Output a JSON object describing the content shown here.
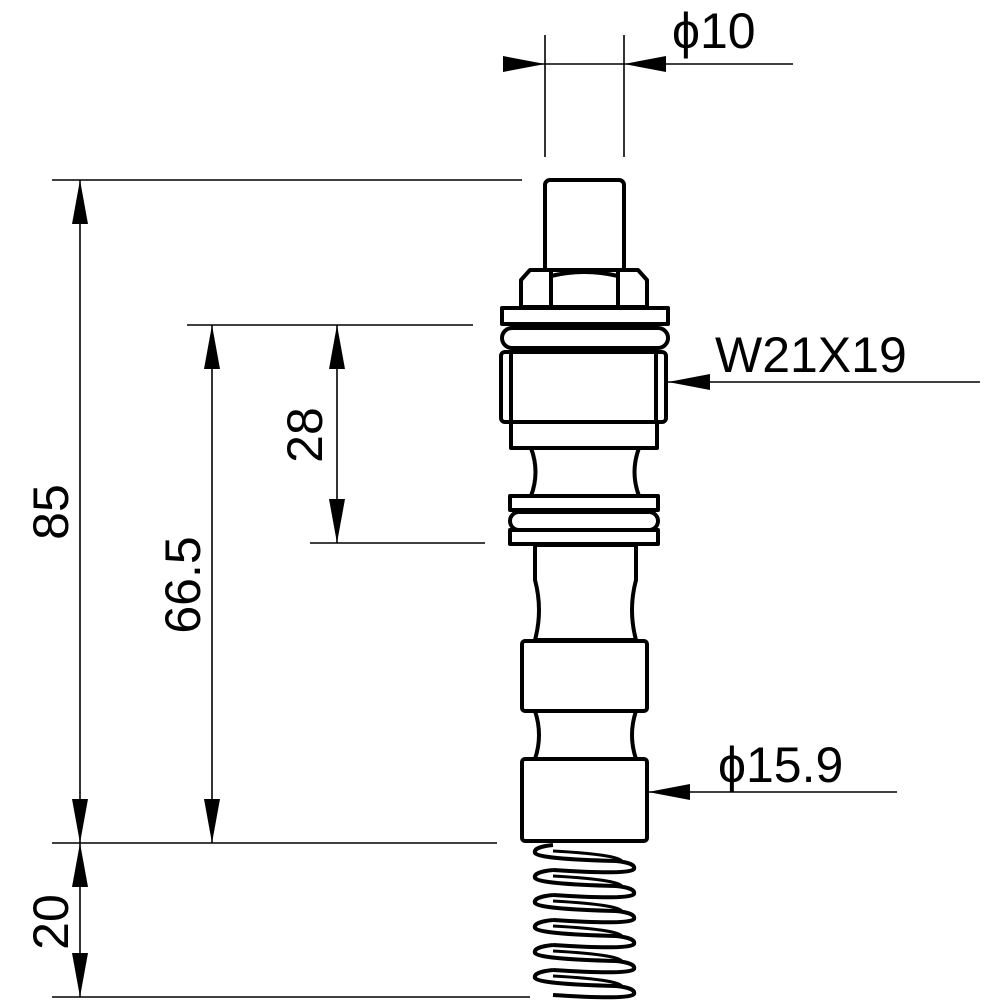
{
  "drawing": {
    "dimensions": {
      "top_diameter": "ϕ10",
      "thread": "W21X19",
      "overall_length": "85",
      "length_to_sealing": "66.5",
      "seal_length": "28",
      "collar_diameter": "ϕ15.9",
      "spring_length": "20"
    },
    "colors": {
      "line": "#000000",
      "background": "#ffffff"
    }
  }
}
